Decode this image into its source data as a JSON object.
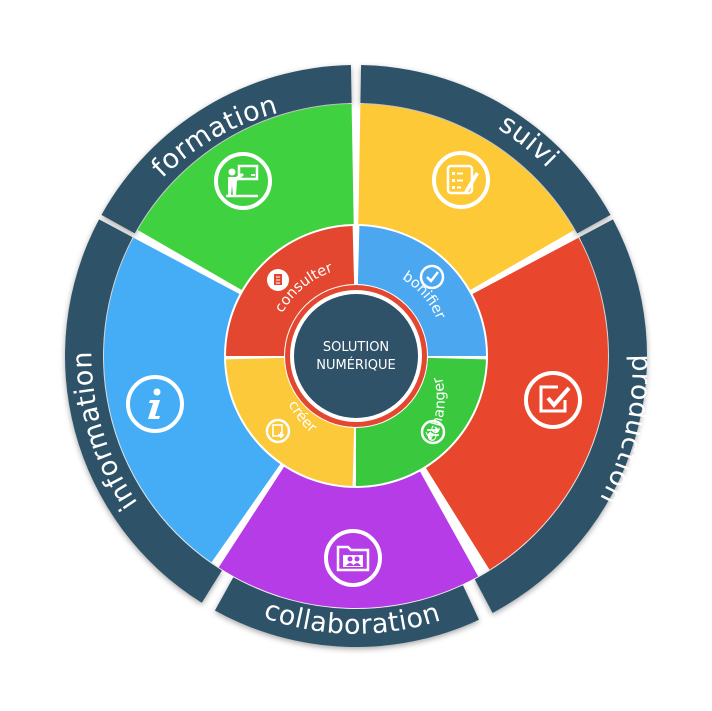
{
  "center": {
    "line1": "SOLUTION",
    "line2": "NUMÉRIQUE",
    "color": "#2f5269"
  },
  "outer_labels": {
    "formation": "formation",
    "suivi": "suivi",
    "production": "production",
    "collaboration": "collaboration",
    "information": "information"
  },
  "inner_labels": {
    "consulter": "consulter",
    "bonifier": "bonifier",
    "echanger": "échanger",
    "creer": "créer"
  },
  "colors": {
    "dark_band": "#2f5269",
    "green": "#3fd140",
    "yellow": "#fdc937",
    "red": "#e8472e",
    "purple": "#b53ce6",
    "blue": "#44adf6",
    "inner_red": "#e4472f",
    "inner_blue": "#4aa7f0",
    "inner_green": "#3ac83e",
    "inner_yellow": "#fcc93a",
    "accent_ring": "#e4472f"
  },
  "icons": {
    "formation": "teacher-board-icon",
    "suivi": "checklist-edit-icon",
    "production": "checkbox-export-icon",
    "collaboration": "contacts-folder-icon",
    "information": "info-icon",
    "consulter": "document-icon",
    "bonifier": "checkmark-icon",
    "echanger": "exchange-icon",
    "creer": "new-document-icon"
  }
}
